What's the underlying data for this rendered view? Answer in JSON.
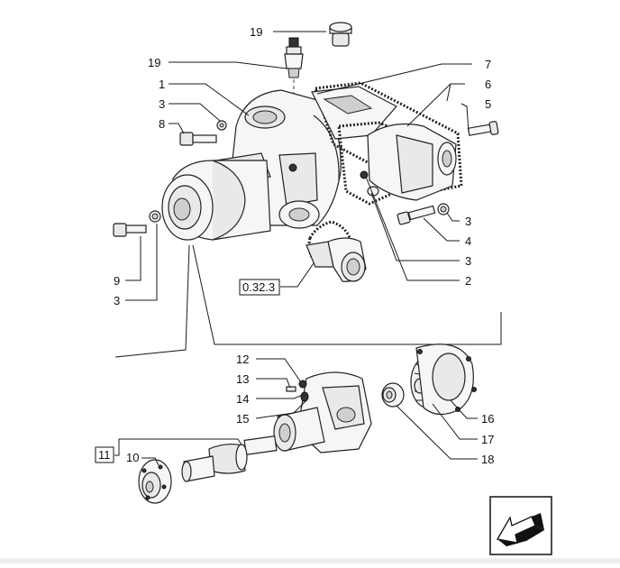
{
  "callouts": [
    {
      "id": "c19a",
      "text": "19"
    },
    {
      "id": "c19b",
      "text": "19"
    },
    {
      "id": "c1",
      "text": "1"
    },
    {
      "id": "c3a",
      "text": "3"
    },
    {
      "id": "c8",
      "text": "8"
    },
    {
      "id": "c7",
      "text": "7"
    },
    {
      "id": "c6",
      "text": "6"
    },
    {
      "id": "c5",
      "text": "5"
    },
    {
      "id": "c3b",
      "text": "3"
    },
    {
      "id": "c4",
      "text": "4"
    },
    {
      "id": "c3c",
      "text": "3"
    },
    {
      "id": "c2",
      "text": "2"
    },
    {
      "id": "c9",
      "text": "9"
    },
    {
      "id": "c3d",
      "text": "3"
    },
    {
      "id": "cref",
      "text": "0.32.3"
    },
    {
      "id": "c12",
      "text": "12"
    },
    {
      "id": "c13",
      "text": "13"
    },
    {
      "id": "c14",
      "text": "14"
    },
    {
      "id": "c15",
      "text": "15"
    },
    {
      "id": "c11",
      "text": "11"
    },
    {
      "id": "c10",
      "text": "10"
    },
    {
      "id": "c16",
      "text": "16"
    },
    {
      "id": "c17",
      "text": "17"
    },
    {
      "id": "c18",
      "text": "18"
    }
  ],
  "nav_icon": "arrow-left-icon"
}
